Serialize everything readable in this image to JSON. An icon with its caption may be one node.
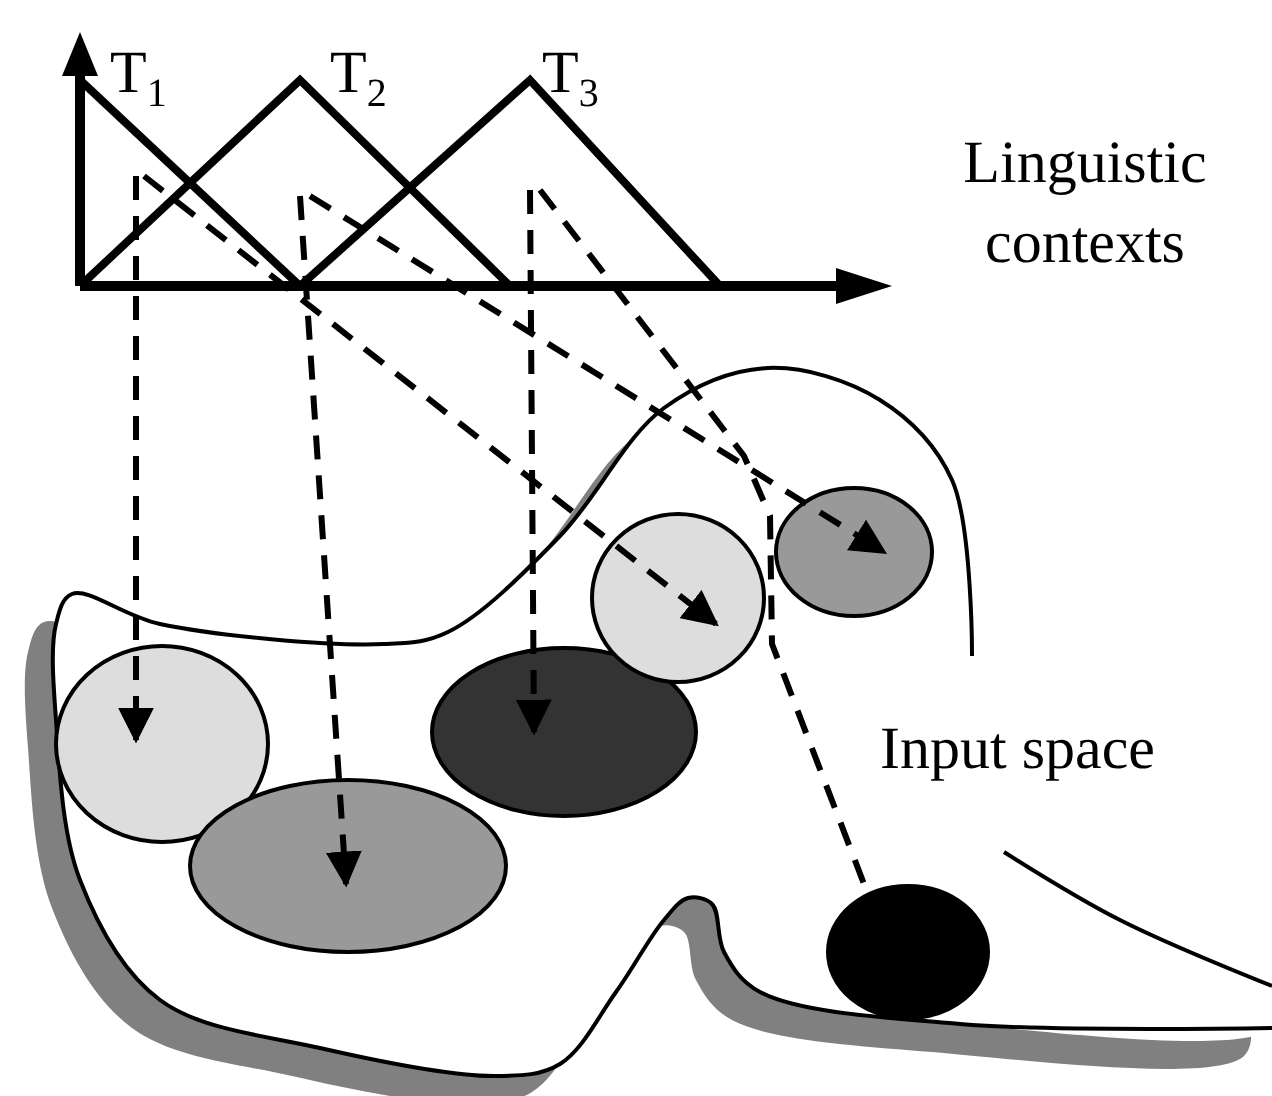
{
  "diagram": {
    "nodes": [
      {
        "text": [
          "T$_{1}$"
        ]
      },
      {
        "text": [
          "T$_{2}$"
        ]
      },
      {
        "text": [
          "T$_{3}$"
        ]
      },
      {
        "text": [
          "Input space"
        ]
      },
      {
        "text": [],
        "shape": "ellipse",
        "in": 3
      },
      {
        "text": [],
        "shape": "ellipse",
        "in": 3
      },
      {
        "text": [],
        "shape": "ellipse",
        "in": 3
      },
      {
        "text": [],
        "shape": "ellipse",
        "in": 3
      },
      {
        "text": [],
        "shape": "ellipse",
        "in": 3
      },
      {
        "text": [],
        "shape": "ellipse",
        "in": 3
      }
    ],
    "edges": [
      {
        "from": 0,
        "to": 4,
        "arrow": "to",
        "style": "dashed"
      },
      {
        "from": 0,
        "to": 7,
        "arrow": "to",
        "style": "dashed"
      },
      {
        "from": 1,
        "to": 5,
        "arrow": "to",
        "style": "dashed"
      },
      {
        "from": 1,
        "to": 8,
        "arrow": "to",
        "style": "dashed"
      },
      {
        "from": 2,
        "to": 6,
        "arrow": "to",
        "style": "dashed"
      },
      {
        "from": 2,
        "to": 9,
        "arrow": "none",
        "style": "dashed"
      }
    ],
    "labels": [
      "Linguistic contexts"
    ]
  }
}
